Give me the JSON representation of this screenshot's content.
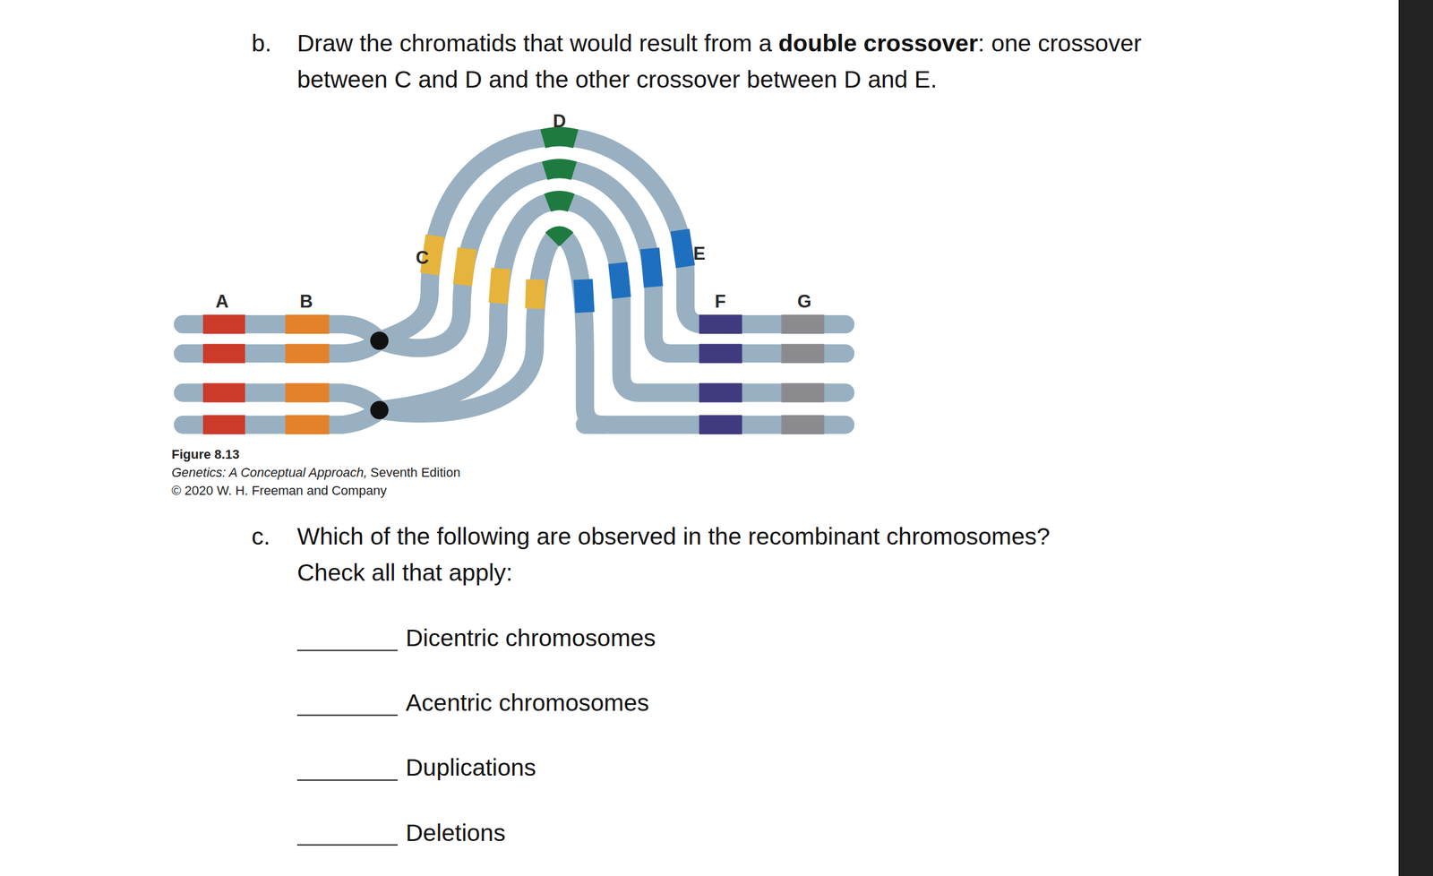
{
  "diagram": {
    "labels": [
      "b.",
      "Draw the chromatids that would result from a",
      "double crossover",
      ": one crossover between C and D and the other crossover between D and E.",
      "D",
      "C",
      "E",
      "A",
      "B",
      "F",
      "G",
      "Figure 8.13",
      "Genetics: A Conceptual Approach,",
      "Seventh Edition",
      "© 2020 W. H. Freeman and Company",
      "c.",
      "Which of the following are observed in the recombinant chromosomes? Check all that apply:",
      "Dicentric chromosomes",
      "Acentric chromosomes",
      "Duplications",
      "Deletions"
    ]
  }
}
